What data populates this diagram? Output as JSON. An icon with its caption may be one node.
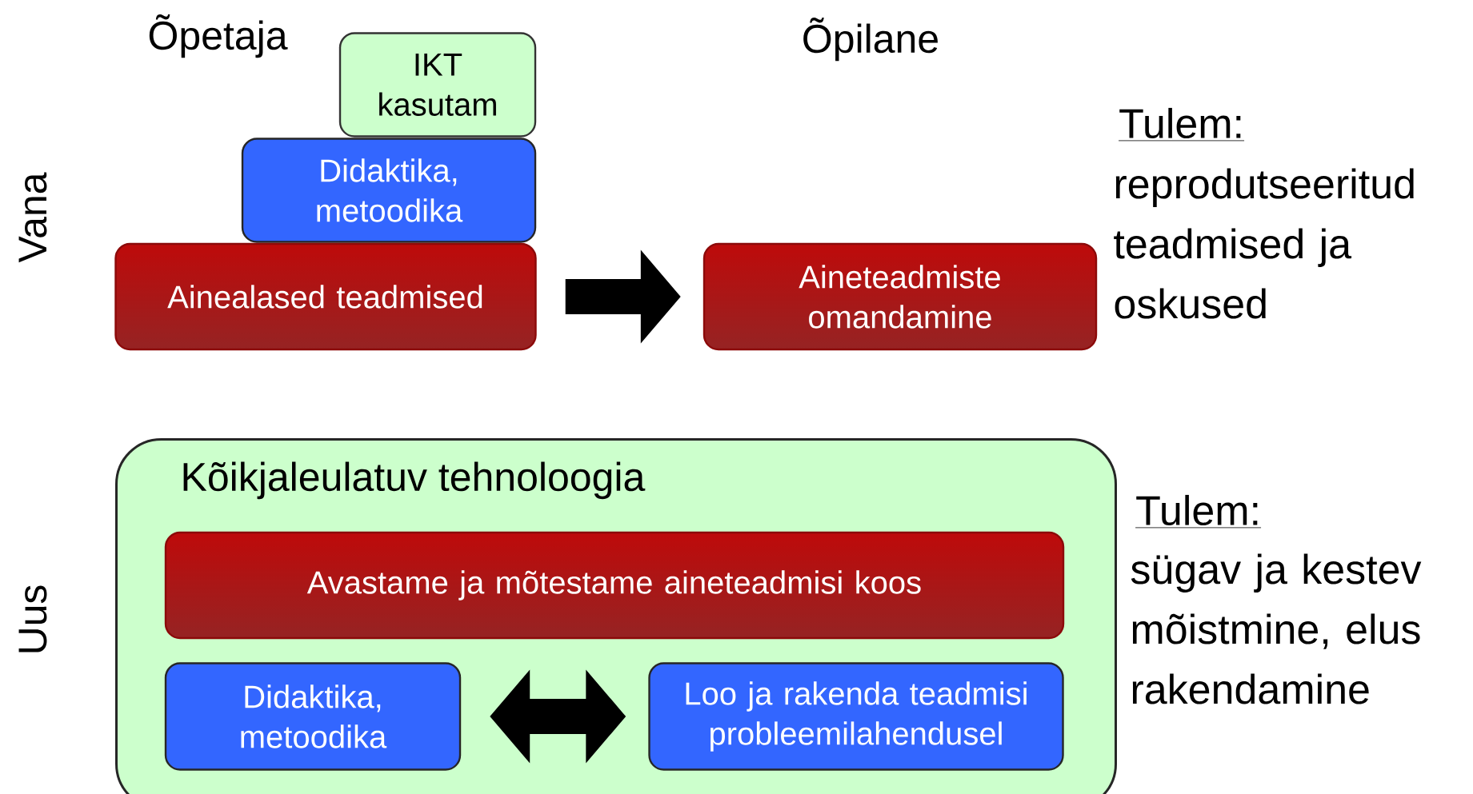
{
  "diagram": {
    "nodes": [
      {
        "text": [
          "IKT kasutam"
        ]
      },
      {
        "text": [
          "Didaktika, metoodika"
        ]
      },
      {
        "text": [
          "Ainealased teadmised"
        ]
      },
      {
        "text": [
          "Aineteadmiste omandamine"
        ]
      },
      {
        "text": [
          "Kõikjaleulatuv tehnoloogia"
        ]
      },
      {
        "text": [
          "Avastame ja mõtestame aineteadmisi koos"
        ],
        "in": 4
      },
      {
        "text": [
          "Didaktika, metoodika"
        ],
        "in": 4
      },
      {
        "text": [
          "Loo ja rakenda teadmisi probleemilahendusel"
        ],
        "in": 4
      }
    ],
    "edges": [
      {
        "from": 2,
        "to": 3,
        "arrow": "to"
      },
      {
        "from": 6,
        "to": 7,
        "arrow": "both"
      }
    ],
    "labels": [
      "Õpetaja",
      "Õpilane",
      "Vana",
      "Tulem:",
      "reprodutseeritud teadmised ja oskused",
      "Uus",
      "Tulem:",
      "sügav ja kestev mõistmine, elus rakendamine"
    ]
  }
}
